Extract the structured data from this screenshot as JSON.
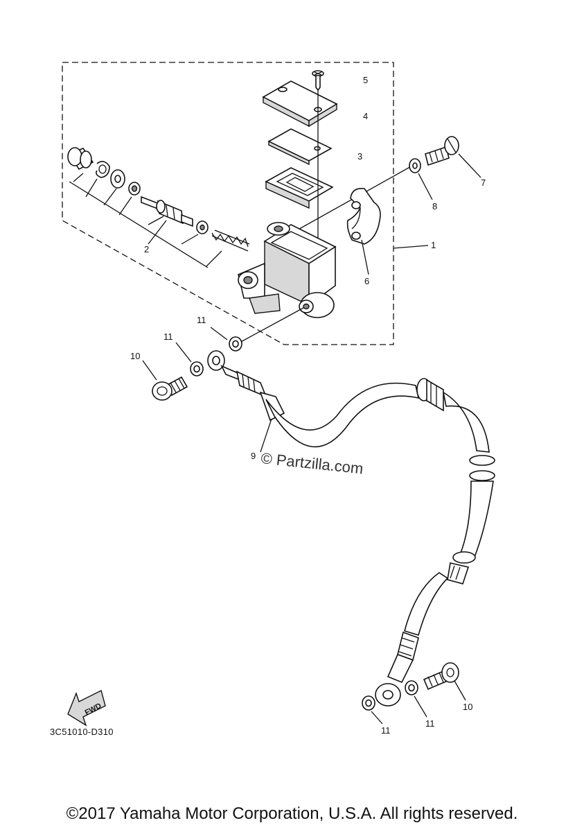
{
  "diagram": {
    "callouts": [
      {
        "id": "c1",
        "label": "1"
      },
      {
        "id": "c2",
        "label": "2"
      },
      {
        "id": "c3",
        "label": "3"
      },
      {
        "id": "c4",
        "label": "4"
      },
      {
        "id": "c5",
        "label": "5"
      },
      {
        "id": "c6",
        "label": "6"
      },
      {
        "id": "c7",
        "label": "7"
      },
      {
        "id": "c8",
        "label": "8"
      },
      {
        "id": "c9",
        "label": "9"
      },
      {
        "id": "c10a",
        "label": "10"
      },
      {
        "id": "c10b",
        "label": "10"
      },
      {
        "id": "c11a",
        "label": "11"
      },
      {
        "id": "c11b",
        "label": "11"
      },
      {
        "id": "c11c",
        "label": "11"
      },
      {
        "id": "c11d",
        "label": "11"
      }
    ],
    "fwd_label": "FWD",
    "diagram_code": "3C51010-D310",
    "watermark": "© Partzilla.com"
  },
  "footer": {
    "copyright": "©2017 Yamaha Motor Corporation, U.S.A. All rights reserved."
  }
}
